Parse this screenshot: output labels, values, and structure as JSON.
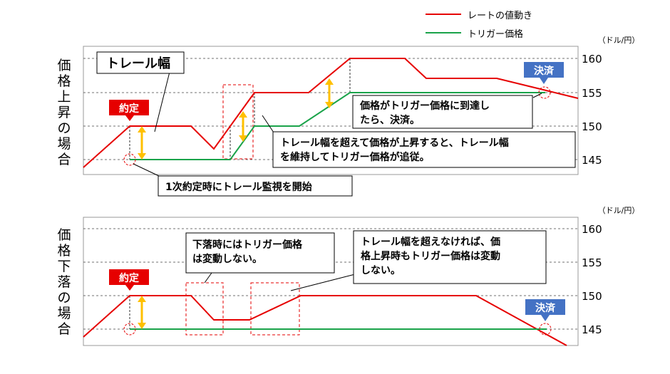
{
  "legend": {
    "rate_label": "レートの値動き",
    "trigger_label": "トリガー価格",
    "rate_color": "#e60000",
    "trigger_color": "#1aa34a"
  },
  "unit": "（ドル/円）",
  "panels": [
    {
      "side_label": "価格上昇の場合",
      "ticks": [
        "160",
        "155",
        "150",
        "145"
      ],
      "tag_entry": "約定",
      "tag_exit": "決済",
      "callouts": {
        "trail_width": "トレール幅",
        "start_monitor": "1次約定時にトレール監視を開始",
        "follow_l1": "トレール幅を超えて価格が上昇すると、トレール幅",
        "follow_l2": "を維持してトリガー価格が追従。",
        "reach_l1": "価格がトリガー価格に到達し",
        "reach_l2": "たら、決済。"
      }
    },
    {
      "side_label": "価格下落の場合",
      "ticks": [
        "160",
        "155",
        "150",
        "145"
      ],
      "tag_entry": "約定",
      "tag_exit": "決済",
      "callouts": {
        "fall_l1": "下落時にはトリガー価格",
        "fall_l2": "は変動しない。",
        "nochange_l1": "トレール幅を超えなければ、価",
        "nochange_l2": "格上昇時もトリガー価格は変動",
        "nochange_l3": "しない。"
      }
    }
  ],
  "colors": {
    "entry_tag": "#e60000",
    "exit_tag": "#4472c4",
    "arrow": "#ffc000",
    "dashed_box": "#e60000"
  }
}
